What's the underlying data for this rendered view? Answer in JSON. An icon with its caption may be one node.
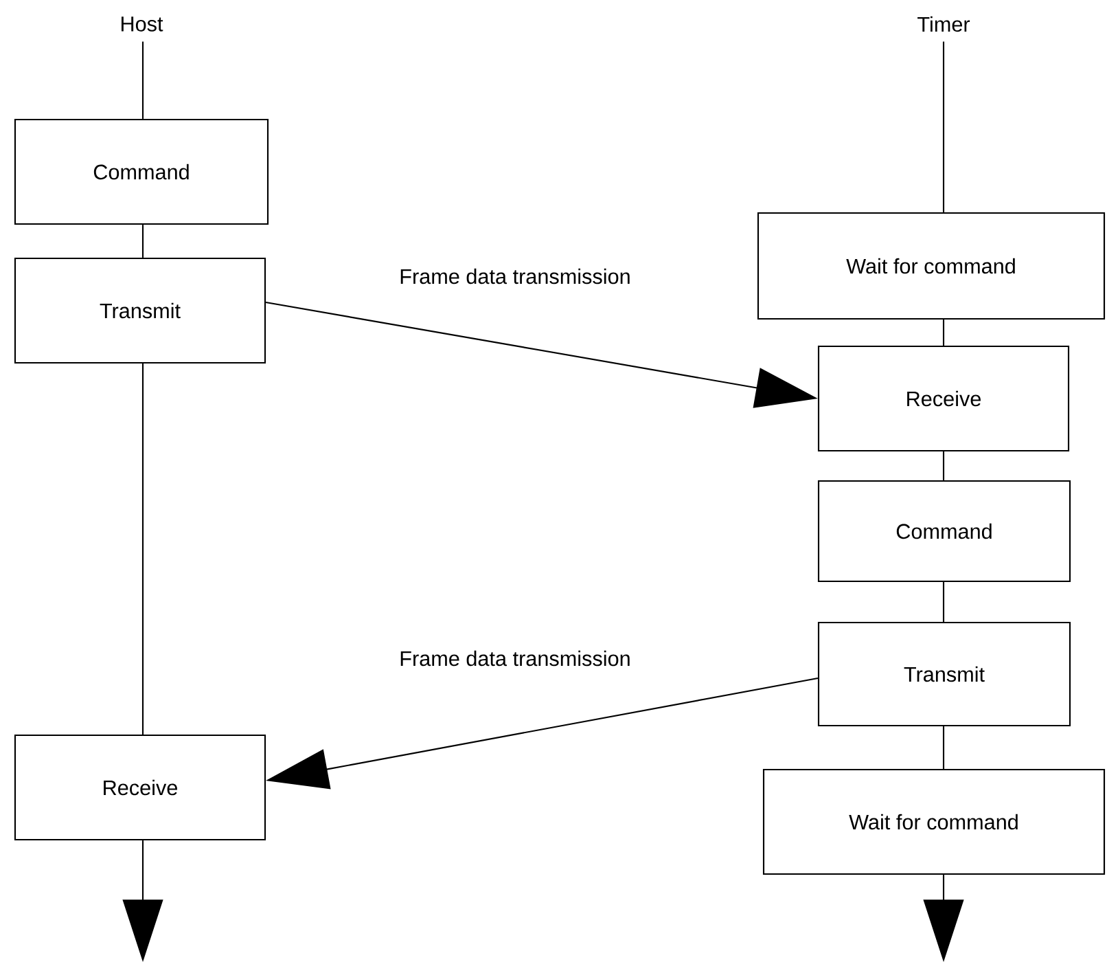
{
  "diagram": {
    "nodes": [
      {
        "text": [
          "Host"
        ]
      },
      {
        "text": [
          "Command"
        ]
      },
      {
        "text": [
          "Transmit"
        ]
      },
      {
        "text": [
          "Receive"
        ]
      },
      {
        "text": [
          "Timer"
        ]
      },
      {
        "text": [
          "Wait for command"
        ]
      },
      {
        "text": [
          "Receive"
        ]
      },
      {
        "text": [
          "Command"
        ]
      },
      {
        "text": [
          "Transmit"
        ]
      },
      {
        "text": [
          "Wait for command"
        ]
      }
    ],
    "edges": [
      {
        "from": 0,
        "to": 1,
        "arrow": "none"
      },
      {
        "from": 1,
        "to": 2,
        "arrow": "none"
      },
      {
        "from": 2,
        "to": 3,
        "arrow": "none"
      },
      {
        "from": 3,
        "to": null,
        "arrow": "to"
      },
      {
        "from": 4,
        "to": 5,
        "arrow": "none"
      },
      {
        "from": 5,
        "to": 6,
        "arrow": "none"
      },
      {
        "from": 6,
        "to": 7,
        "arrow": "none"
      },
      {
        "from": 7,
        "to": 8,
        "arrow": "none"
      },
      {
        "from": 8,
        "to": 9,
        "arrow": "none"
      },
      {
        "from": 9,
        "to": null,
        "arrow": "to"
      },
      {
        "from": 2,
        "to": 6,
        "arrow": "to",
        "label": "Frame data transmission"
      },
      {
        "from": 8,
        "to": 3,
        "arrow": "to",
        "label": "Frame data transmission"
      }
    ]
  }
}
